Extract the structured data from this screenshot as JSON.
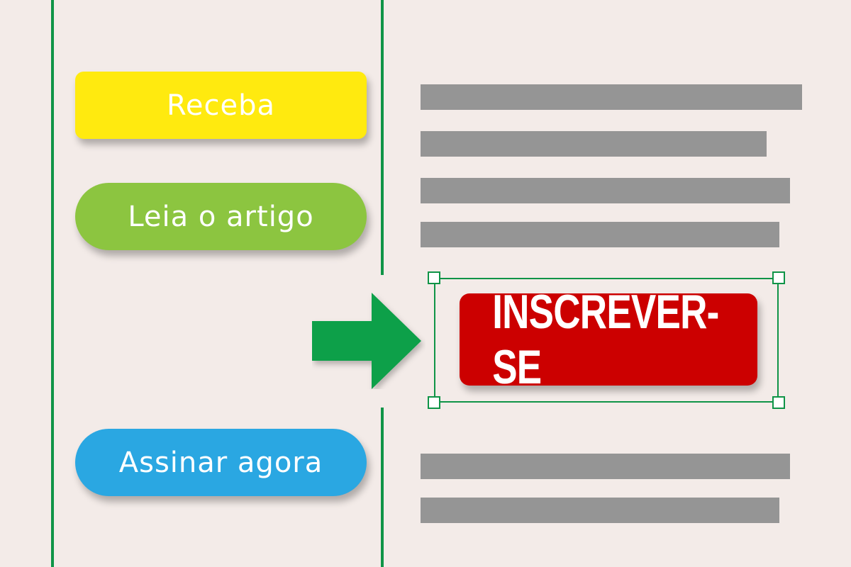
{
  "buttons": {
    "receba": "Receba",
    "leia_o_artigo": "Leia o artigo",
    "assinar_agora": "Assinar agora"
  },
  "cta": {
    "label": "INSCREVER-SE"
  },
  "colors": {
    "background": "#f3ebe8",
    "line_green": "#0f9447",
    "arrow_green": "#0aa04a",
    "yellow": "#ffea0f",
    "green": "#8cc540",
    "blue": "#2aa7e2",
    "red": "#cc0000",
    "bar_gray": "#959595"
  },
  "icons": {
    "arrow": "arrow-right-icon"
  }
}
